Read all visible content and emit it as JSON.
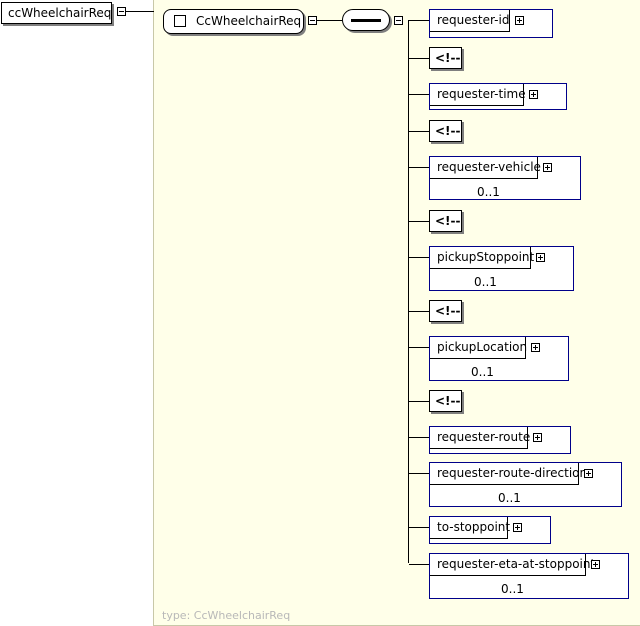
{
  "root_element": {
    "name": "ccWheelchairReq"
  },
  "complex_type": {
    "name": "CcWheelchairReq"
  },
  "type_caption": "type: CcWheelchairReq",
  "comment_text": "<!--",
  "children": [
    {
      "kind": "element",
      "name": "requester-id",
      "cardinality": ""
    },
    {
      "kind": "comment"
    },
    {
      "kind": "element",
      "name": "requester-time",
      "cardinality": ""
    },
    {
      "kind": "comment"
    },
    {
      "kind": "element",
      "name": "requester-vehicle",
      "cardinality": "0..1"
    },
    {
      "kind": "comment"
    },
    {
      "kind": "element",
      "name": "pickupStoppoint",
      "cardinality": "0..1"
    },
    {
      "kind": "comment"
    },
    {
      "kind": "element",
      "name": "pickupLocation",
      "cardinality": "0..1"
    },
    {
      "kind": "comment"
    },
    {
      "kind": "element",
      "name": "requester-route",
      "cardinality": ""
    },
    {
      "kind": "element",
      "name": "requester-route-direction",
      "cardinality": "0..1"
    },
    {
      "kind": "element",
      "name": "to-stoppoint",
      "cardinality": ""
    },
    {
      "kind": "element",
      "name": "requester-eta-at-stoppoint",
      "cardinality": "0..1"
    }
  ]
}
